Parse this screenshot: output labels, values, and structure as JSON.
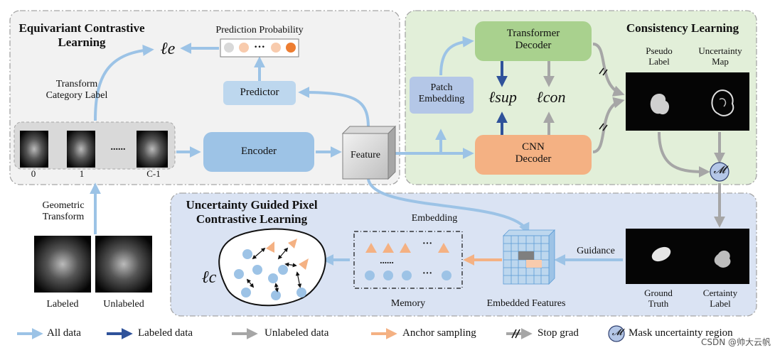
{
  "regions": {
    "equivariant": "Equivariant Contrastive\nLearning",
    "consistency": "Consistency Learning",
    "uncertainty": "Uncertainty Guided Pixel\nContrastive Learning"
  },
  "labels": {
    "prediction_probability": "Prediction Probability",
    "transform_category_label": "Transform\nCategory Label",
    "geometric_transform": "Geometric\nTransform",
    "labeled": "Labeled",
    "unlabeled": "Unlabeled",
    "pseudo_label": "Pseudo\nLabel",
    "uncertainty_map": "Uncertainty\nMap",
    "ground_truth": "Ground\nTruth",
    "certainty_label": "Certainty\nLabel",
    "embedded_features": "Embedded Features",
    "memory": "Memory",
    "embedding": "Embedding",
    "guidance": "Guidance",
    "category_0": "0",
    "category_1": "1",
    "category_last": "C-1",
    "dots": "......"
  },
  "modules": {
    "predictor": "Predictor",
    "encoder": "Encoder",
    "feature": "Feature",
    "patch_embedding": "Patch\nEmbedding",
    "transformer_decoder": "Transformer\nDecoder",
    "cnn_decoder": "CNN\nDecoder"
  },
  "losses": {
    "le": "ℓe",
    "lsup": "ℓsup",
    "lcon": "ℓcon",
    "lc": "ℓc"
  },
  "mask_symbol": "𝓜",
  "legend": [
    {
      "label": "All data",
      "color": "#9cc3e6",
      "icon": "light-blue-arrow"
    },
    {
      "label": "Labeled data",
      "color": "#2f529a",
      "icon": "dark-blue-arrow"
    },
    {
      "label": "Unlabeled data",
      "color": "#a6a6a6",
      "icon": "gray-arrow"
    },
    {
      "label": "Anchor sampling",
      "color": "#f4b183",
      "icon": "orange-arrow"
    },
    {
      "label": "Stop grad",
      "color": "#a6a6a6",
      "icon": "stop-grad-arrow"
    },
    {
      "label": "Mask uncertainty region",
      "color": "#b4c7e7",
      "icon": "mask-circle"
    }
  ],
  "watermark": "CSDN @帅大云帆",
  "colors": {
    "all_data": "#9cc3e6",
    "labeled_data": "#2f529a",
    "unlabeled_data": "#a6a6a6",
    "anchor": "#f4b183",
    "encoder": "#9dc3e6",
    "predictor": "#bdd7ee",
    "transformer": "#a9d18e",
    "cnn": "#f4b183",
    "patch": "#b4c7e7"
  }
}
